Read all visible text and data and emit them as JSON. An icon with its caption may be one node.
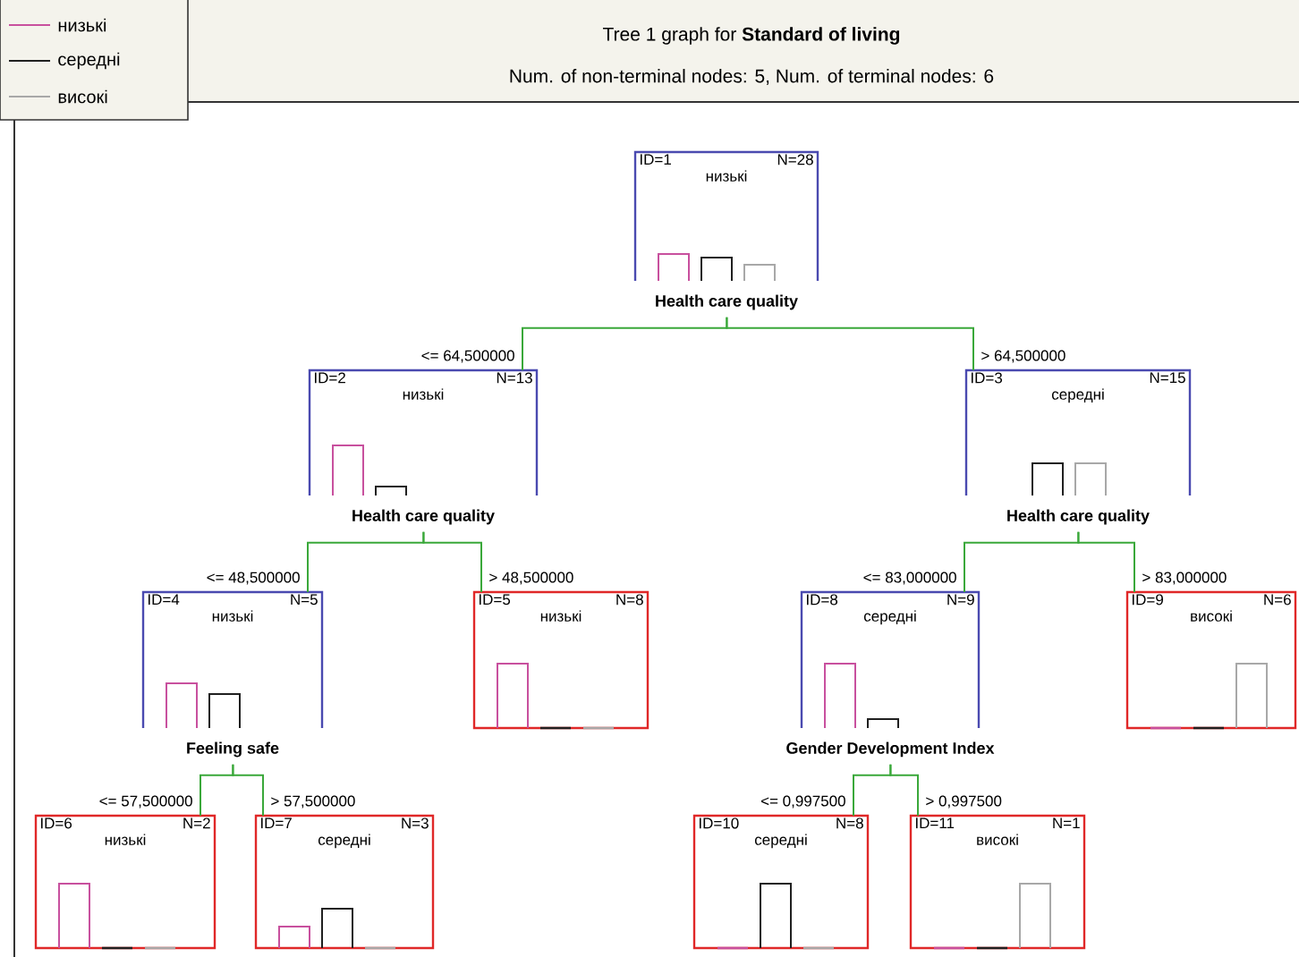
{
  "diagram": {
    "title": "Tree 1 graph for **Standard of living**",
    "nodes": [
      {
        "text": [
          "ID=1",
          "N=28",
          "низькі",
          "Health care quality"
        ]
      },
      {
        "text": [
          "ID=2",
          "N=13",
          "низькі",
          "Health care quality"
        ]
      },
      {
        "text": [
          "ID=3",
          "N=15",
          "середні",
          "Health care quality"
        ]
      },
      {
        "text": [
          "ID=4",
          "N=5",
          "низькі",
          "Feeling safe"
        ]
      },
      {
        "text": [
          "ID=5",
          "N=8",
          "низькі"
        ]
      },
      {
        "text": [
          "ID=8",
          "N=9",
          "середні",
          "Gender Development Index"
        ]
      },
      {
        "text": [
          "ID=9",
          "N=6",
          "високі"
        ]
      },
      {
        "text": [
          "ID=6",
          "N=2",
          "низькі"
        ]
      },
      {
        "text": [
          "ID=7",
          "N=3",
          "середні"
        ]
      },
      {
        "text": [
          "ID=10",
          "N=8",
          "середні"
        ]
      },
      {
        "text": [
          "ID=11",
          "N=1",
          "високі"
        ]
      }
    ],
    "edges": [
      {
        "from": 0,
        "to": 1,
        "arrow": "none",
        "label": "<= 64,500000"
      },
      {
        "from": 0,
        "to": 2,
        "arrow": "none",
        "label": "> 64,500000"
      },
      {
        "from": 1,
        "to": 3,
        "arrow": "none",
        "label": "<= 48,500000"
      },
      {
        "from": 1,
        "to": 4,
        "arrow": "none",
        "label": "> 48,500000"
      },
      {
        "from": 2,
        "to": 5,
        "arrow": "none",
        "label": "<= 83,000000"
      },
      {
        "from": 2,
        "to": 6,
        "arrow": "none",
        "label": "> 83,000000"
      },
      {
        "from": 3,
        "to": 7,
        "arrow": "none",
        "label": "<= 57,500000"
      },
      {
        "from": 3,
        "to": 8,
        "arrow": "none",
        "label": "> 57,500000"
      },
      {
        "from": 5,
        "to": 9,
        "arrow": "none",
        "label": "<= 0,997500"
      },
      {
        "from": 5,
        "to": 10,
        "arrow": "none",
        "label": "> 0,997500"
      }
    ],
    "labels": [
      "Num. of non-terminal nodes: 5,  Num. of terminal nodes: 6"
    ],
    "legend": [
      {
        "text": "низькі"
      },
      {
        "text": "середні"
      },
      {
        "text": "високі"
      }
    ]
  }
}
